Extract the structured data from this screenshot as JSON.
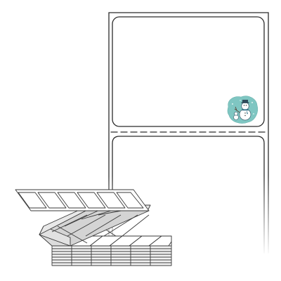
{
  "product": {
    "kind": "fanfold-label-stock",
    "labels_per_sheet_visible": 2,
    "perforation": "dashed",
    "corner_style": "rounded"
  },
  "colors": {
    "background": "#ffffff",
    "outline": "#2b2b2b",
    "fold_shade": "#cfcfcf",
    "stack_shade": "#e6e6e6",
    "snowman_badge": "#7fc6c2"
  },
  "icons": {
    "badge": "snowman-icon"
  }
}
